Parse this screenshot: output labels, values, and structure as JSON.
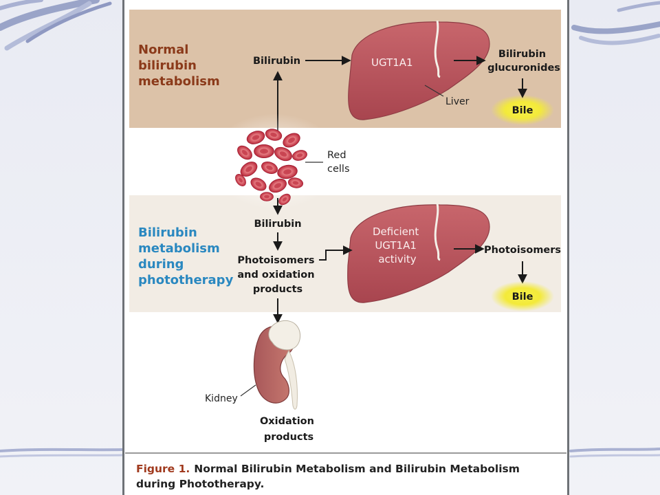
{
  "sections": {
    "normal_title": [
      "Normal",
      "bilirubin",
      "metabolism"
    ],
    "phototherapy_title": [
      "Bilirubin",
      "metabolism",
      "during",
      "phototherapy"
    ]
  },
  "labels": {
    "bilirubin_top": "Bilirubin",
    "ugt1a1": "UGT1A1",
    "liver": "Liver",
    "glucuronides": [
      "Bilirubin",
      "glucuronides"
    ],
    "bile_top": "Bile",
    "red_cells": [
      "Red",
      "cells"
    ],
    "bilirubin_mid": "Bilirubin",
    "photoisomers_oxidation": [
      "Photoisomers",
      "and oxidation",
      "products"
    ],
    "deficient": [
      "Deficient",
      "UGT1A1",
      "activity"
    ],
    "photoisomers_right": "Photoisomers",
    "bile_bottom": "Bile",
    "kidney": "Kidney",
    "oxidation_products": [
      "Oxidation",
      "products"
    ]
  },
  "caption": {
    "number": "Figure 1.",
    "text": "Normal Bilirubin Metabolism and Bilirubin Metabolism during Phototherapy."
  },
  "colors": {
    "normal_band": "#dcc2a8",
    "photo_band": "#f2ece4",
    "normal_title": "#8b3a1a",
    "photo_title": "#2a88c0",
    "liver": "#b8555e",
    "bile_glow": "#f3ea3a"
  }
}
